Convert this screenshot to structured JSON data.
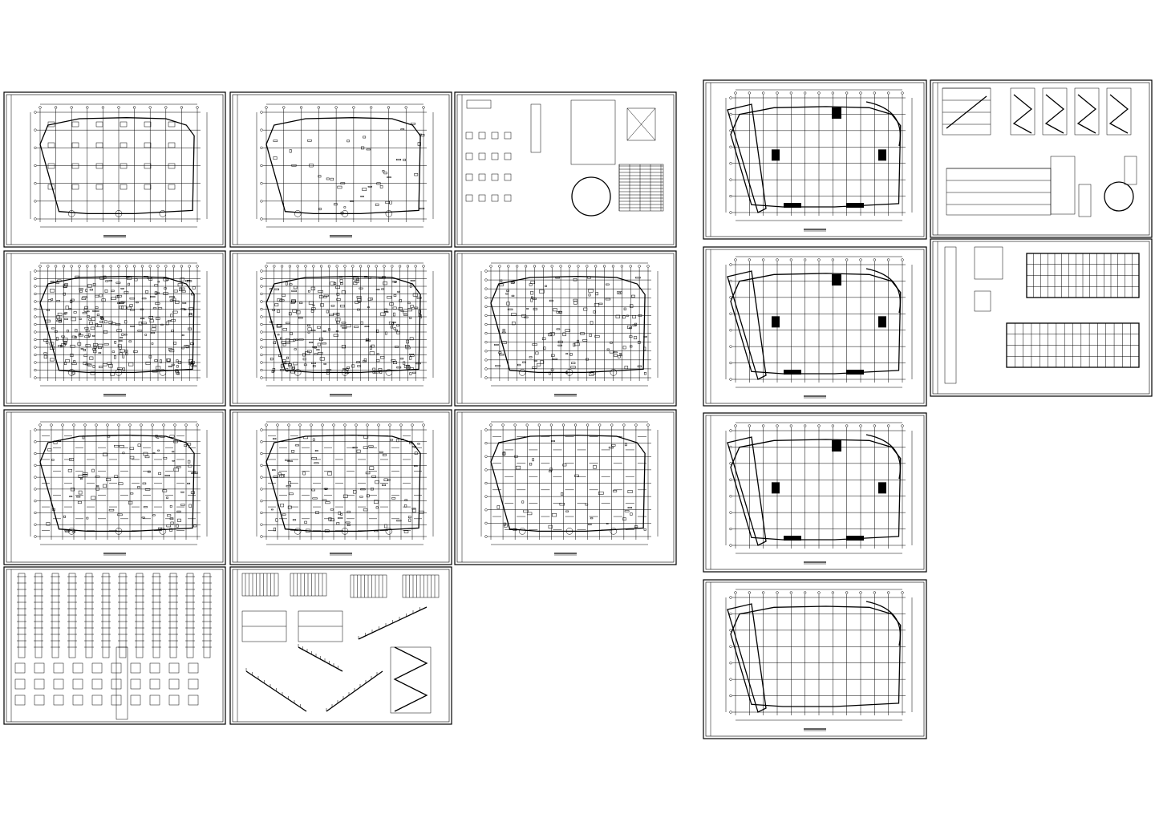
{
  "drawing_set": {
    "sheets": [
      {
        "id": "s1",
        "kind": "floor-grid"
      },
      {
        "id": "s2",
        "kind": "floor-plan"
      },
      {
        "id": "s3",
        "kind": "details"
      },
      {
        "id": "s4",
        "kind": "dense-plan"
      },
      {
        "id": "s5",
        "kind": "dense-plan"
      },
      {
        "id": "s6",
        "kind": "dense-plan"
      },
      {
        "id": "s7",
        "kind": "beam-plan"
      },
      {
        "id": "s8",
        "kind": "beam-plan"
      },
      {
        "id": "s9",
        "kind": "beam-plan"
      },
      {
        "id": "s10",
        "kind": "column-details"
      },
      {
        "id": "s11",
        "kind": "stair-details"
      },
      {
        "id": "s12",
        "kind": "arch-plan"
      },
      {
        "id": "s13",
        "kind": "arch-plan"
      },
      {
        "id": "s14",
        "kind": "arch-plan"
      },
      {
        "id": "s15",
        "kind": "arch-plan"
      },
      {
        "id": "s16",
        "kind": "sections"
      },
      {
        "id": "s17",
        "kind": "elevations"
      }
    ],
    "colors": {
      "line": "#000000",
      "paper": "#ffffff"
    }
  }
}
